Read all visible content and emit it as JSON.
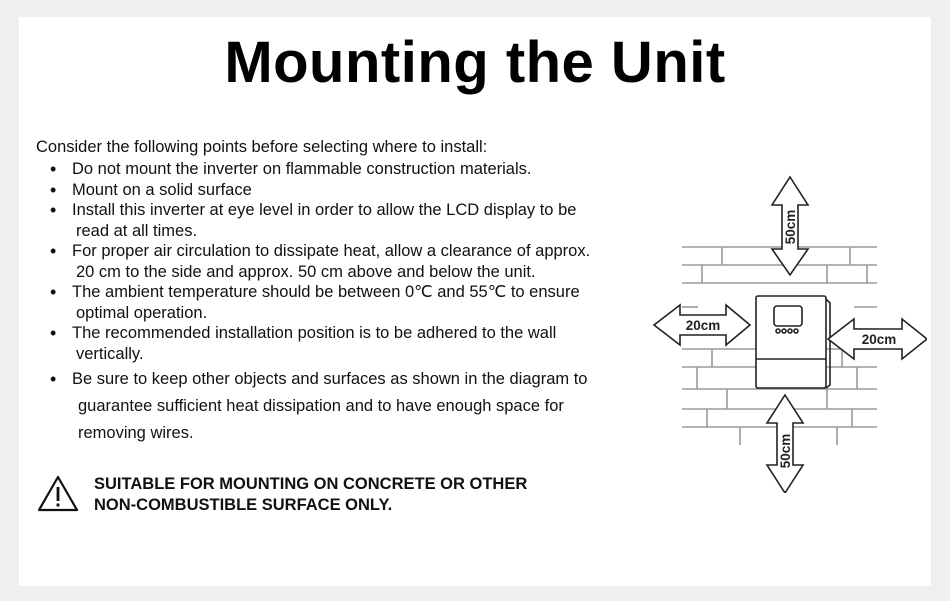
{
  "title": "Mounting the Unit",
  "intro": "Consider the following points before selecting where to install:",
  "bullets": [
    {
      "line1": "Do not mount the inverter on flammable construction materials.",
      "line2": ""
    },
    {
      "line1": "Mount on a solid surface",
      "line2": ""
    },
    {
      "line1": "Install this inverter at eye level in order to allow the LCD display to be",
      "line2": "read at all times."
    },
    {
      "line1": "For proper air circulation to dissipate heat, allow a clearance of approx.",
      "line2": "20 cm to the side and approx. 50 cm above and below the unit."
    },
    {
      "line1": "The ambient temperature should be between 0℃ and 55℃ to ensure",
      "line2": "optimal operation."
    },
    {
      "line1": "The recommended installation position is to be adhered to the wall",
      "line2": "vertically."
    },
    {
      "line1": "Be sure to keep other objects and surfaces as shown in the diagram to",
      "line2": "guarantee sufficient heat dissipation and to have enough space for",
      "line3": "removing wires."
    }
  ],
  "warning": {
    "line1": "SUITABLE FOR MOUNTING ON CONCRETE OR OTHER",
    "line2": "NON-COMBUSTIBLE SURFACE ONLY.",
    "icon": "warning-triangle-icon"
  },
  "diagram": {
    "top_label": "50cm",
    "bottom_label": "50cm",
    "left_label": "20cm",
    "right_label": "20cm"
  }
}
